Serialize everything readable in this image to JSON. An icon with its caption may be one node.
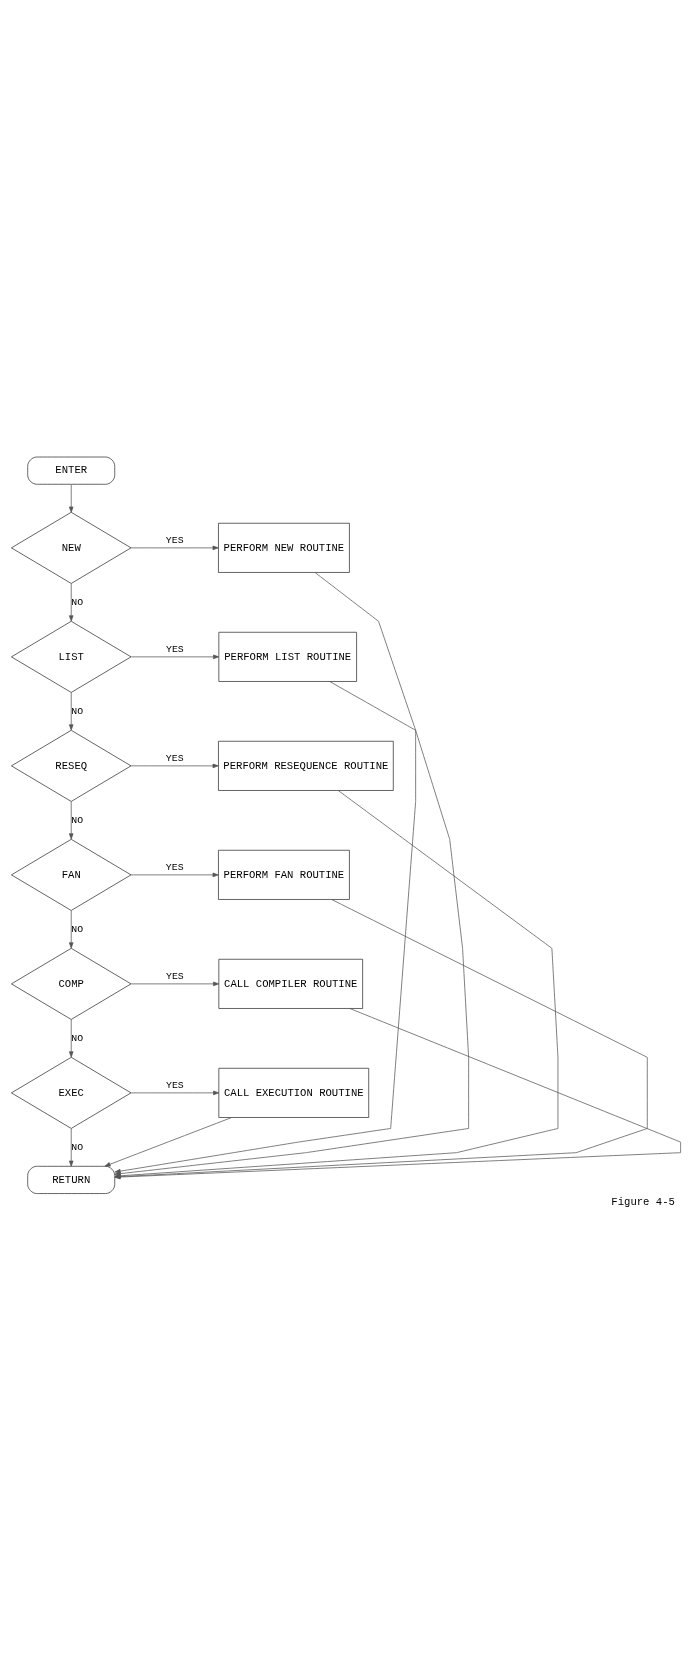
{
  "diagram": {
    "caption": "Figure 4-5",
    "nodes": [
      {
        "text": [
          "ENTER"
        ]
      },
      {
        "text": [
          "PERFORM NEW ROUTINE"
        ]
      },
      {
        "text": [
          "NEW"
        ]
      },
      {
        "text": [
          "PERFORM LIST ROUTINE"
        ]
      },
      {
        "text": [
          "LIST"
        ]
      },
      {
        "text": [
          "PERFORM RESEQUENCE ROUTINE"
        ]
      },
      {
        "text": [
          "RESEQ"
        ]
      },
      {
        "text": [
          "PERFORM FAN ROUTINE"
        ]
      },
      {
        "text": [
          "FAN"
        ]
      },
      {
        "text": [
          "CALL COMPILER ROUTINE"
        ]
      },
      {
        "text": [
          "COMP"
        ]
      },
      {
        "text": [
          "CALL EXECUTION ROUTINE"
        ]
      },
      {
        "text": [
          "EXEC"
        ]
      },
      {
        "text": [
          "RETURN"
        ]
      }
    ],
    "edges": [
      {
        "from": 0,
        "to": 2,
        "arrow": "to"
      },
      {
        "from": 2,
        "to": 1,
        "arrow": "to",
        "label": "YES"
      },
      {
        "from": 2,
        "to": 4,
        "arrow": "to",
        "label": "NO"
      },
      {
        "from": 4,
        "to": 3,
        "arrow": "to",
        "label": "YES"
      },
      {
        "from": 4,
        "to": 6,
        "arrow": "to",
        "label": "NO"
      },
      {
        "from": 6,
        "to": 5,
        "arrow": "to",
        "label": "YES"
      },
      {
        "from": 6,
        "to": 8,
        "arrow": "to",
        "label": "NO"
      },
      {
        "from": 8,
        "to": 7,
        "arrow": "to",
        "label": "YES"
      },
      {
        "from": 8,
        "to": 10,
        "arrow": "to",
        "label": "NO"
      },
      {
        "from": 10,
        "to": 9,
        "arrow": "to",
        "label": "YES"
      },
      {
        "from": 10,
        "to": 12,
        "arrow": "to",
        "label": "NO"
      },
      {
        "from": 12,
        "to": 11,
        "arrow": "to",
        "label": "YES"
      },
      {
        "from": 12,
        "to": 13,
        "arrow": "to",
        "label": "NO"
      },
      {
        "from": 1,
        "to": 13,
        "arrow": "to"
      },
      {
        "from": 3,
        "to": 13,
        "arrow": "to"
      },
      {
        "from": 5,
        "to": 13,
        "arrow": "to"
      },
      {
        "from": 7,
        "to": 13,
        "arrow": "to"
      },
      {
        "from": 9,
        "to": 13,
        "arrow": "to"
      },
      {
        "from": 11,
        "to": 13,
        "arrow": "to"
      }
    ]
  }
}
